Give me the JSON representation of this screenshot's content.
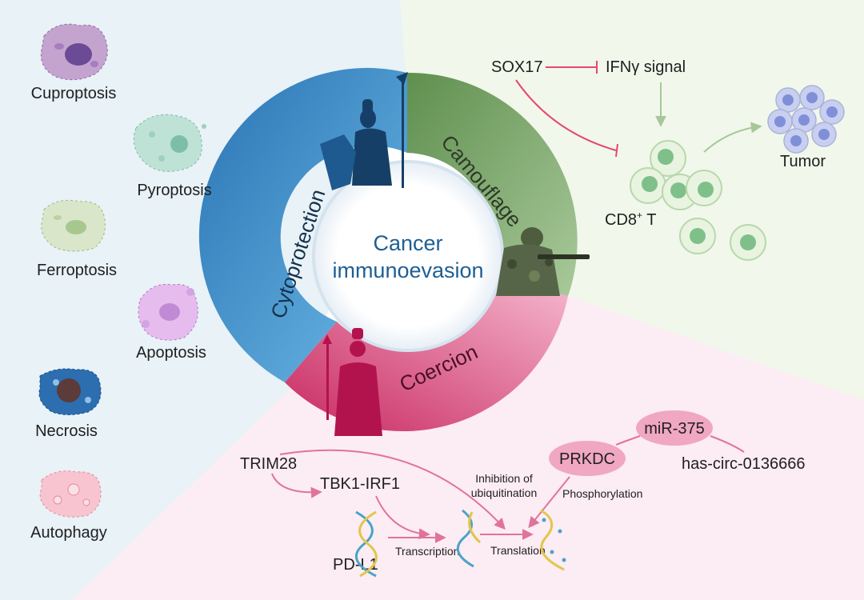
{
  "center": {
    "line1": "Cancer",
    "line2": "immunoevasion"
  },
  "segments": {
    "cytoprotection": "Cytoprotection",
    "camouflage": "Camouflage",
    "coercion": "Coercion"
  },
  "cell_death": {
    "cuproptosis": "Cuproptosis",
    "pyroptosis": "Pyroptosis",
    "ferroptosis": "Ferroptosis",
    "apoptosis": "Apoptosis",
    "necrosis": "Necrosis",
    "autophagy": "Autophagy"
  },
  "camouflage_panel": {
    "sox17": "SOX17",
    "ifn": "IFNγ signal",
    "tumor": "Tumor",
    "cd8": "CD8",
    "cd8_sup": "+",
    "cd8_t": " T"
  },
  "coercion_panel": {
    "trim28": "TRIM28",
    "tbk1": "TBK1-IRF1",
    "pdl1": "PD-L1",
    "transcription": "Transcription",
    "translation": "Translation",
    "inhibition_line1": "Inhibition of",
    "inhibition_line2": "ubiquitination",
    "phosphorylation": "Phosphorylation",
    "prkdc": "PRKDC",
    "mir375": "miR-375",
    "circ": "has-circ-0136666"
  },
  "colors": {
    "left_bg": "#e8f2f7",
    "right_bg": "#f1f7ea",
    "bottom_bg": "#fcecf3",
    "ring_blue": "#2f86c6",
    "ring_green": "#78a767",
    "ring_pink": "#d44a80",
    "arrow_pink": "#e0739b",
    "arrow_green": "#a7c79a",
    "inhibit_red": "#e5476f"
  }
}
